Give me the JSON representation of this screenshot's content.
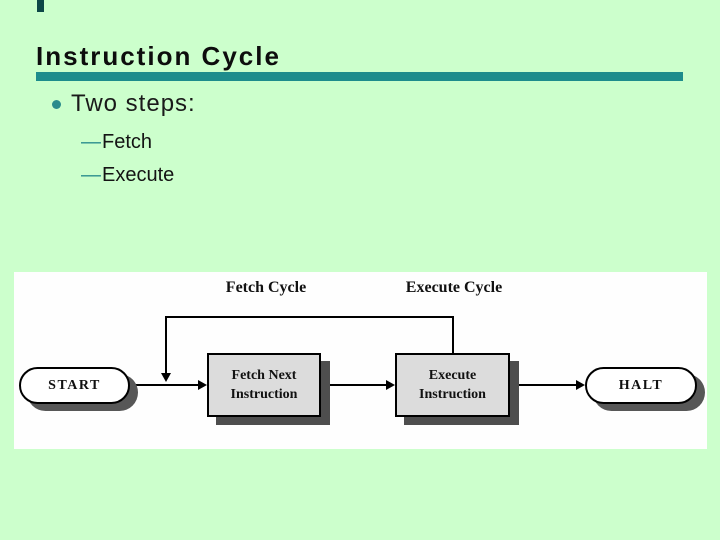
{
  "slide": {
    "title": "Instruction Cycle",
    "bullet": "Two steps:",
    "dash": "—",
    "sub_bullets": [
      "Fetch",
      "Execute"
    ]
  },
  "diagram": {
    "fetch_cycle_label": "Fetch Cycle",
    "execute_cycle_label": "Execute Cycle",
    "nodes": {
      "start": "START",
      "fetch_line1": "Fetch Next",
      "fetch_line2": "Instruction",
      "execute_line1": "Execute",
      "execute_line2": "Instruction",
      "halt": "HALT"
    }
  },
  "colors": {
    "background": "#ccffcc",
    "accent_teal": "#1d8c8c",
    "corner_tick": "#0d4747",
    "panel": "#fefefe",
    "box_fill": "#dcdcdc",
    "shadow": "#4e4e4e",
    "line": "#000000",
    "text": "#111111"
  }
}
